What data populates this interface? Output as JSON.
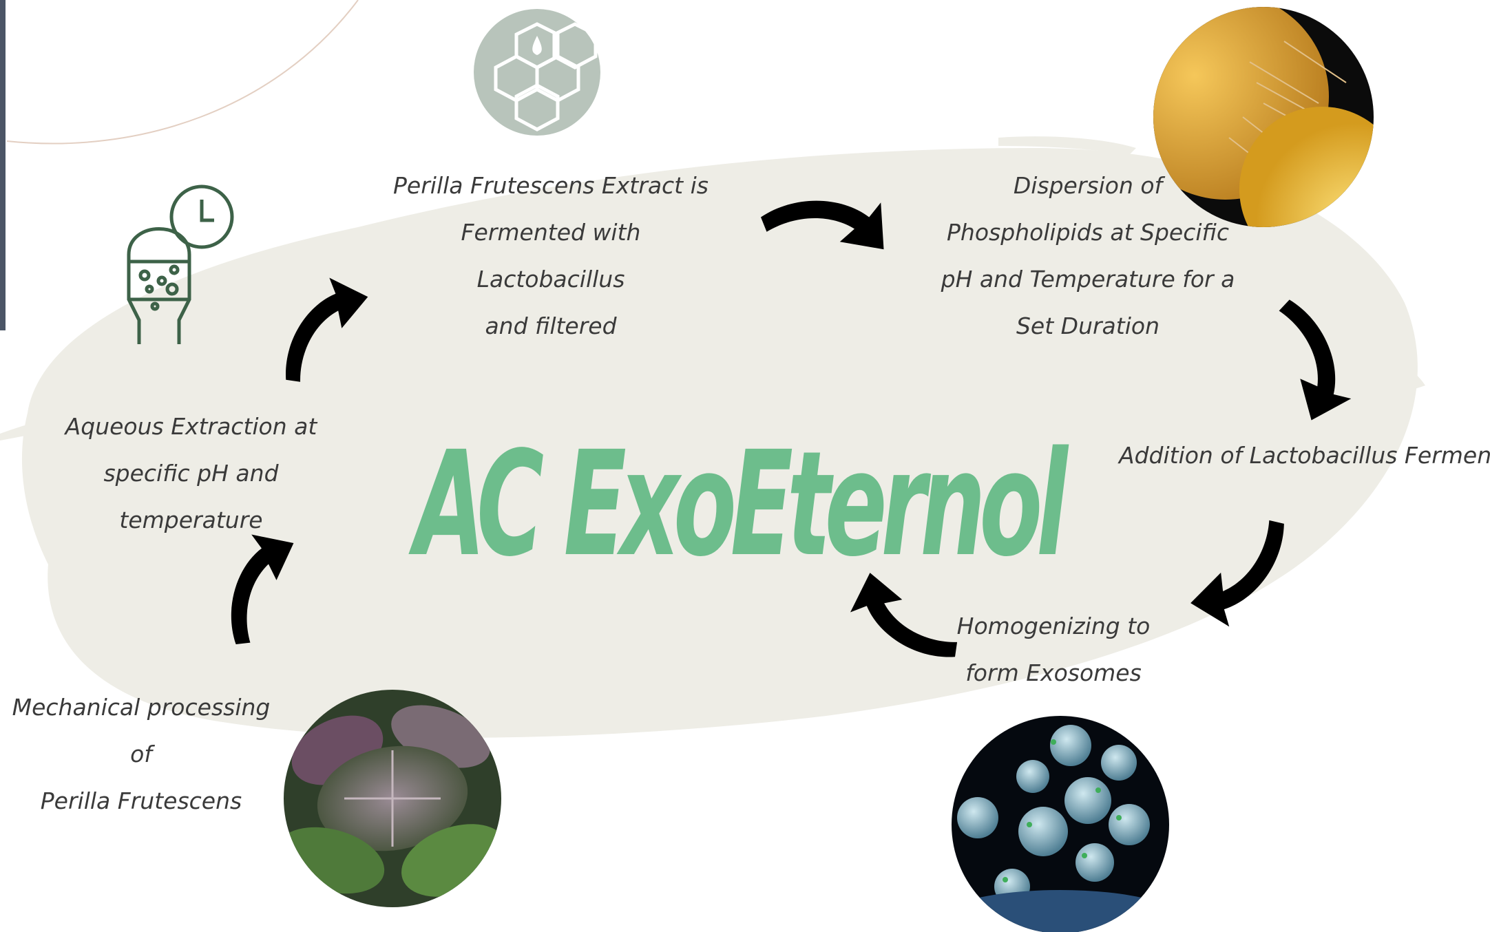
{
  "title": "AC ExoEternol",
  "steps": {
    "mechanical": "Mechanical processing of\nPerilla Frutescens",
    "aqueous": "Aqueous Extraction at\nspecific pH and temperature",
    "fermented": "Perilla Frutescens Extract is\nFermented with Lactobacillus\nand filtered",
    "dispersion": "Dispersion of\nPhospholipids at Specific\npH and Temperature for a\nSet Duration",
    "addition": "Addition of Lactobacillus Ferment",
    "homogenizing": "Homogenizing to\nform Exosomes"
  },
  "colors": {
    "title": "#6dbd8c",
    "blob": "#eeede6",
    "arrow": "#000000",
    "icon": "#3d6248",
    "molecule_bg": "#b8c4bb"
  },
  "images": {
    "ferment_tank": "fermentation-tank-clock-icon",
    "molecule": "hexagon-molecule-drop-icon",
    "liposome": "phospholipid-liposome-image",
    "perilla": "perilla-leaves-photo",
    "exosomes": "exosomes-microscopy-image"
  }
}
